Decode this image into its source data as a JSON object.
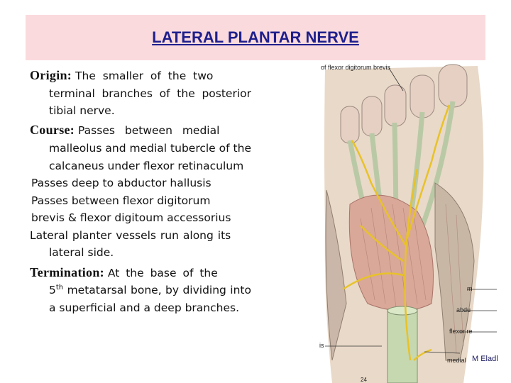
{
  "title": "LATERAL PLANTAR NERVE",
  "origin": {
    "label": "Origin:",
    "line1": "The smaller of the two",
    "rest": "terminal branches of the posterior tibial nerve."
  },
  "course": {
    "label": "Course:",
    "line1": "Passes between medial",
    "rest": "malleolus and medial tubercle of the calcaneus under flexor retinaculum",
    "items": [
      "Passes deep to abductor hallusis",
      "Passes between flexor digitorum",
      "brevis & flexor digitoum accessorius"
    ],
    "lateral_line1": "Lateral planter vessels run along its",
    "lateral_rest": "lateral side."
  },
  "termination": {
    "label": "Termination:",
    "line1": "At the base of the",
    "sup_num": "5",
    "sup_text": "th",
    "line2_rest": "metatarsal bone, by dividing into a superficial and a deep branches."
  },
  "figure": {
    "labels": {
      "top": "of flexor digitorum brevis",
      "m": "m",
      "abdu": "abdu",
      "flexor_re": "flexor re",
      "is": "is",
      "medial": "medial",
      "bottom_num": "24"
    }
  },
  "credit": "M Eladl",
  "colors": {
    "title_bg": "#fadadd",
    "title_text": "#1f1f8c",
    "nerve": "#e8c229",
    "tendon": "#b9c9a6",
    "muscle": "#d9a898"
  }
}
